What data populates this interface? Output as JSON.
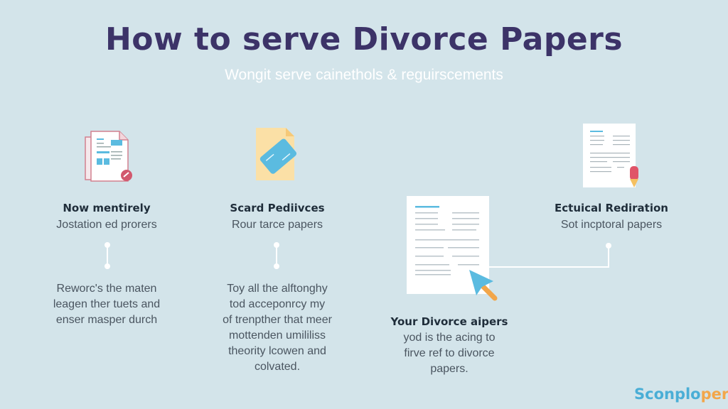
{
  "header": {
    "title": "How to serve Divorce Papers",
    "subtitle": "Wongit serve cainethols & reguirscements"
  },
  "steps": [
    {
      "icon": "document-check-icon",
      "title": "Now mentirely",
      "subtitle": "Jostation ed prorers",
      "body": [
        "Reworc's the maten",
        "leagen ther tuets and",
        "enser masper durch"
      ]
    },
    {
      "icon": "card-document-icon",
      "title": "Scard Pediivces",
      "subtitle": "Rour tarce papers",
      "body": [
        "Toy all the alftonghy",
        "tod acceponrcy my",
        "of trenpther that meer",
        "mottenden umililiss",
        "theority lcowen and",
        "colvated."
      ]
    },
    {
      "icon": "document-cursor-icon",
      "title": "Your Divorce aipers",
      "body": [
        "yod is the acing to",
        "firve ref to divorce",
        "papers."
      ]
    },
    {
      "icon": "document-pencil-icon",
      "title": "Ectuical Rediration",
      "subtitle": "Sot incptoral papers"
    }
  ],
  "brand": {
    "logo_part1": "Sconplo",
    "logo_part2": "per"
  },
  "colors": {
    "background": "#d3e4ea",
    "title": "#3c3368",
    "accent_blue": "#5bbbe0",
    "accent_orange": "#f2a64a",
    "accent_pink": "#d2586e"
  }
}
